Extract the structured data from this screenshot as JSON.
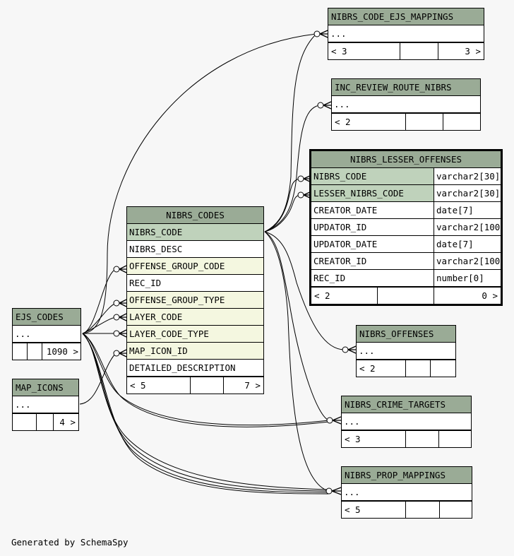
{
  "tables": {
    "nibrs_code_ejs_mappings": {
      "name": "NIBRS_CODE_EJS_MAPPINGS",
      "rows": [
        "..."
      ],
      "footer": {
        "parents": "< 3",
        "children": "3 >"
      }
    },
    "inc_review_route_nibrs": {
      "name": "INC_REVIEW_ROUTE_NIBRS",
      "rows": [
        "..."
      ],
      "footer": {
        "parents": "< 2",
        "children": ""
      }
    },
    "nibrs_lesser_offenses": {
      "name": "NIBRS_LESSER_OFFENSES",
      "columns": [
        {
          "name": "NIBRS_CODE",
          "type": "varchar2[30]"
        },
        {
          "name": "LESSER_NIBRS_CODE",
          "type": "varchar2[30]"
        },
        {
          "name": "CREATOR_DATE",
          "type": "date[7]"
        },
        {
          "name": "UPDATOR_ID",
          "type": "varchar2[100]"
        },
        {
          "name": "UPDATOR_DATE",
          "type": "date[7]"
        },
        {
          "name": "CREATOR_ID",
          "type": "varchar2[100]"
        },
        {
          "name": "REC_ID",
          "type": "number[0]"
        }
      ],
      "footer": {
        "parents": "< 2",
        "children": "0 >"
      }
    },
    "nibrs_codes": {
      "name": "NIBRS_CODES",
      "columns": [
        "NIBRS_CODE",
        "NIBRS_DESC",
        "OFFENSE_GROUP_CODE",
        "REC_ID",
        "OFFENSE_GROUP_TYPE",
        "LAYER_CODE",
        "LAYER_CODE_TYPE",
        "MAP_ICON_ID",
        "DETAILED_DESCRIPTION"
      ],
      "footer": {
        "parents": "< 5",
        "children": "7 >"
      }
    },
    "ejs_codes": {
      "name": "EJS_CODES",
      "rows": [
        "..."
      ],
      "footer": {
        "parents": "",
        "children": "1090 >"
      }
    },
    "map_icons": {
      "name": "MAP_ICONS",
      "rows": [
        "..."
      ],
      "footer": {
        "parents": "",
        "children": "4 >"
      }
    },
    "nibrs_offenses": {
      "name": "NIBRS_OFFENSES",
      "rows": [
        "..."
      ],
      "footer": {
        "parents": "< 2",
        "children": ""
      }
    },
    "nibrs_crime_targets": {
      "name": "NIBRS_CRIME_TARGETS",
      "rows": [
        "..."
      ],
      "footer": {
        "parents": "< 3",
        "children": ""
      }
    },
    "nibrs_prop_mappings": {
      "name": "NIBRS_PROP_MAPPINGS",
      "rows": [
        "..."
      ],
      "footer": {
        "parents": "< 5",
        "children": ""
      }
    }
  },
  "footer_text": "Generated by SchemaSpy",
  "colors": {
    "background": "#f7f7f7",
    "header": "#9aab96",
    "primary_key": "#bfd2bb",
    "foreign_key": "#f4f7e0"
  }
}
